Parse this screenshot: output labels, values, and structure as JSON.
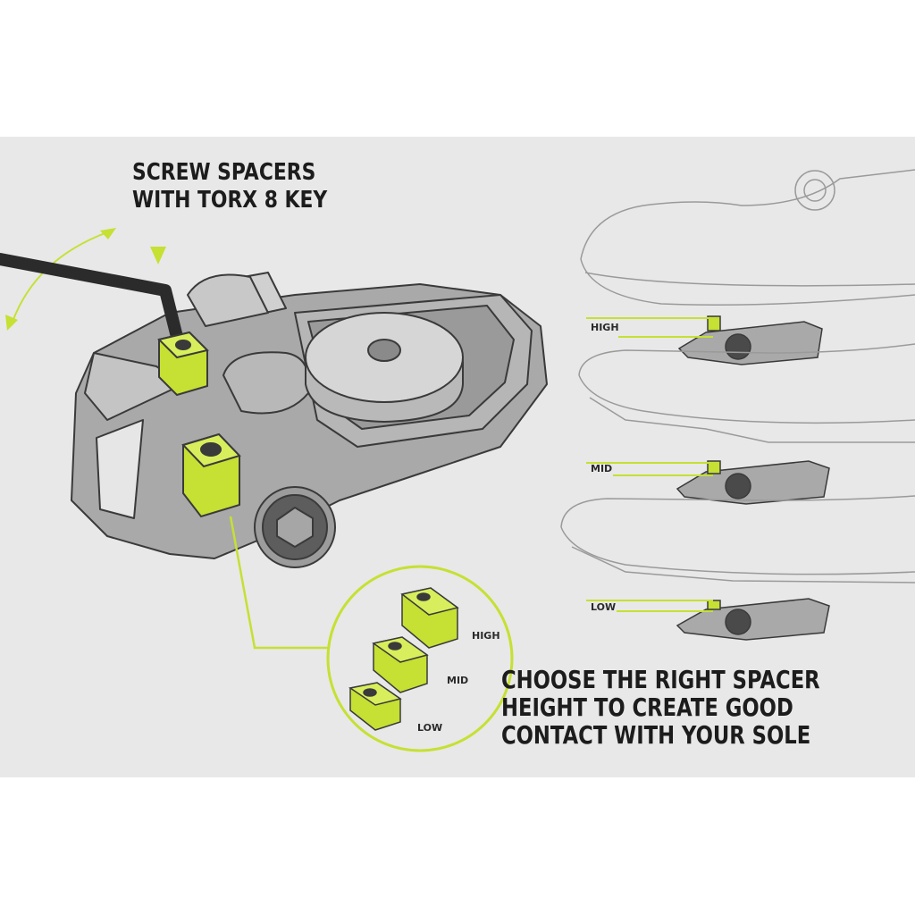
{
  "title_top": {
    "line1": "SCREW SPACERS",
    "line2": "WITH TORX 8 KEY"
  },
  "title_bottom": {
    "line1": "CHOOSE THE RIGHT SPACER",
    "line2": "HEIGHT TO CREATE GOOD",
    "line3": "CONTACT WITH YOUR SOLE"
  },
  "spacer_labels": {
    "high": "HIGH",
    "mid": "MID",
    "low": "LOW"
  },
  "shoe_labels": {
    "high": "HIGH",
    "mid": "MID",
    "low": "LOW"
  },
  "colors": {
    "accent": "#c6e033",
    "pedal": "#a7a7a7",
    "background": "#e8e8e8",
    "outline": "#3a3a3a",
    "text": "#1c1c1c"
  }
}
